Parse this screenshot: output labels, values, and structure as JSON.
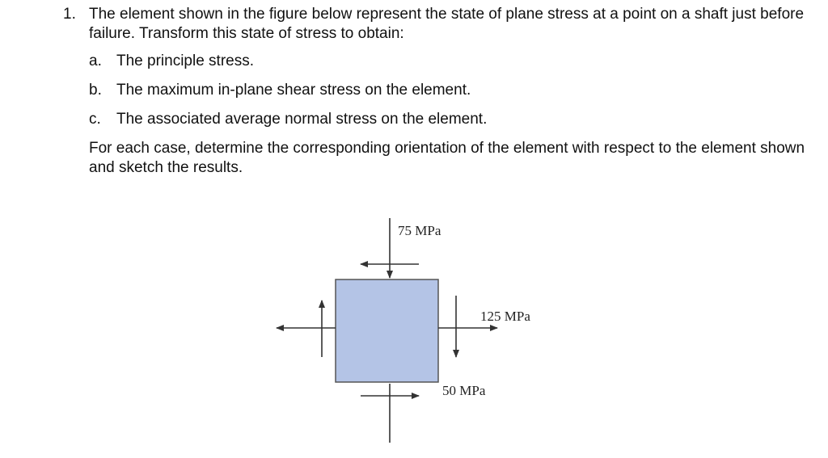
{
  "problem": {
    "number": "1.",
    "intro": "The element shown in the figure below represent the state of plane stress at a point on a shaft just before failure.  Transform this state of stress to obtain:",
    "items": [
      {
        "letter": "a.",
        "text": "The principle stress."
      },
      {
        "letter": "b.",
        "text": "The maximum in-plane shear stress on the element."
      },
      {
        "letter": "c.",
        "text": "The associated average normal stress on the element."
      }
    ],
    "closing": "For each case, determine the corresponding orientation of the element with respect to the element shown and sketch the results."
  },
  "figure": {
    "label_top": "75 MPa",
    "label_right": "125 MPa",
    "label_bottom": "50 MPa",
    "colors": {
      "element_fill": "#b4c4e6",
      "element_stroke": "#555555",
      "arrow": "#333333"
    }
  }
}
